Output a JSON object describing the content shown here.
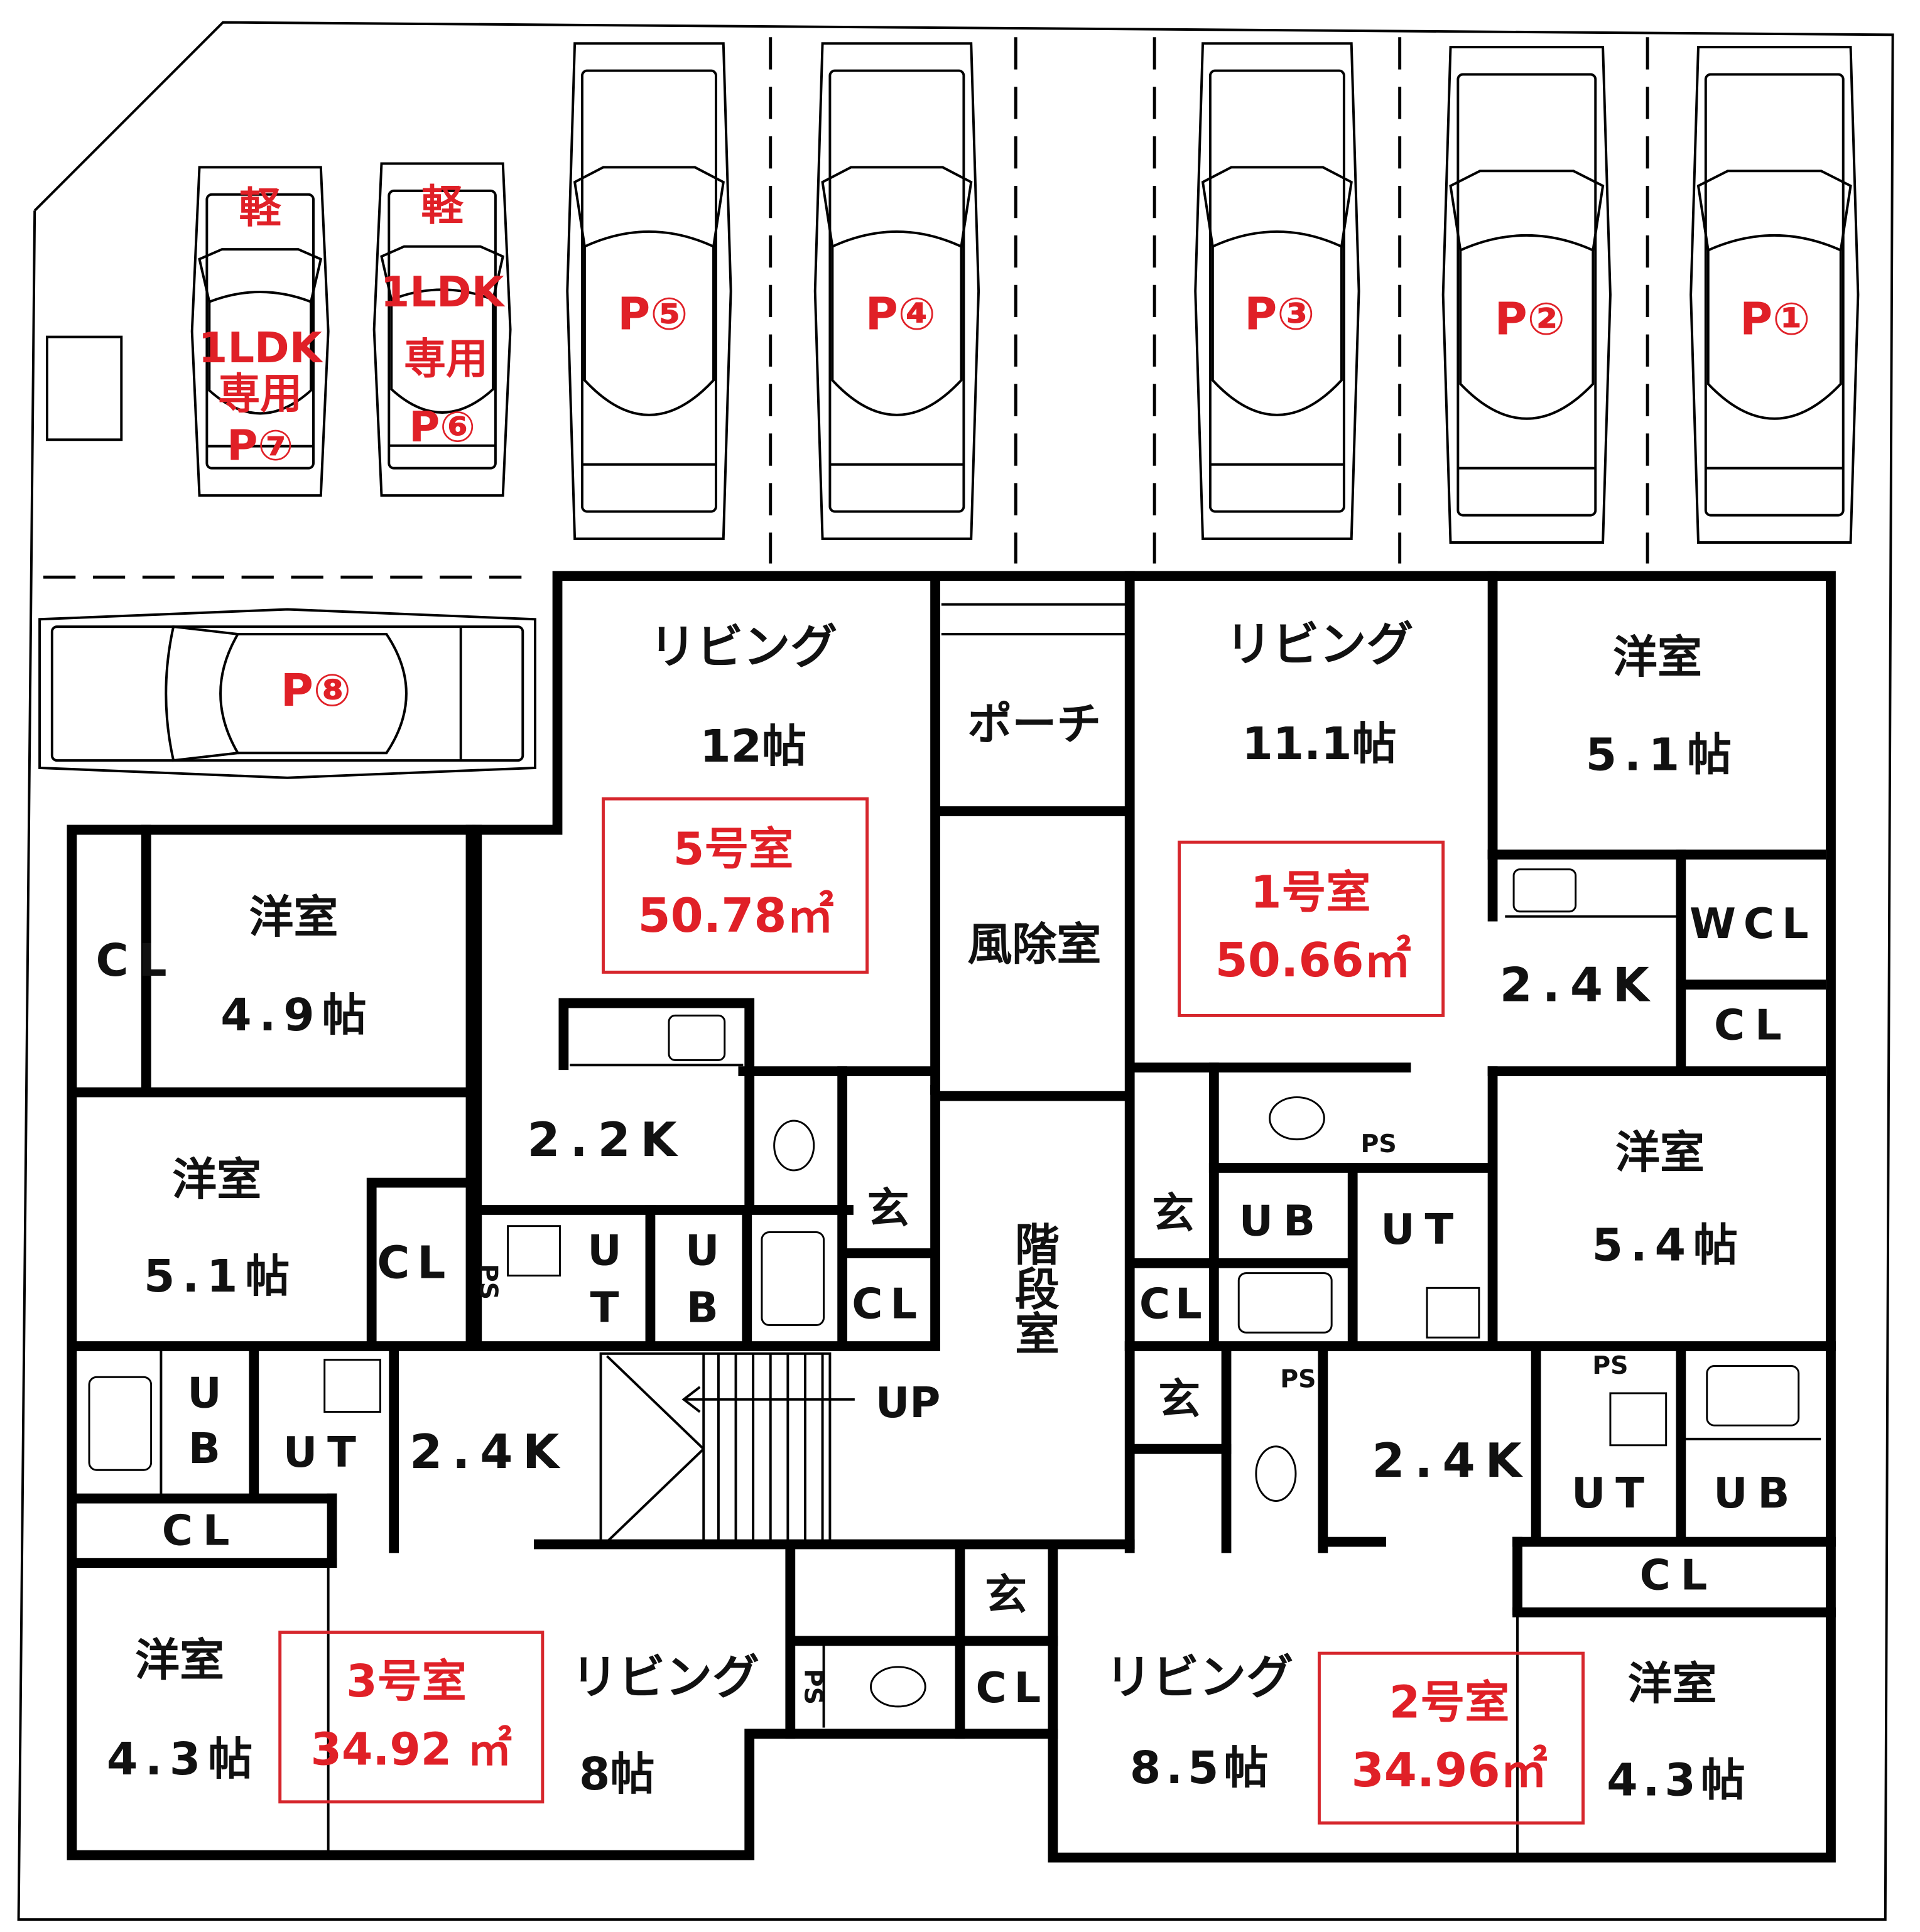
{
  "parking": {
    "p1": "P①",
    "p2": "P②",
    "p3": "P③",
    "p4": "P④",
    "p5": "P⑤",
    "p6": "P⑥",
    "p7": "P⑦",
    "p8": "P⑧",
    "kei": "軽",
    "ldk": "1LDK",
    "dedicated": "専用"
  },
  "units": {
    "u5": {
      "name": "5号室",
      "area": "50.78㎡"
    },
    "u1": {
      "name": "1号室",
      "area": "50.66㎡"
    },
    "u3": {
      "name": "3号室",
      "area": "34.92 ㎡"
    },
    "u2": {
      "name": "2号室",
      "area": "34.96㎡"
    }
  },
  "rooms": {
    "living5": "リビング",
    "living5_size": "12帖",
    "living1": "リビング",
    "living1_size": "11.1帖",
    "yoshitsu1a": "洋室",
    "yoshitsu1a_size": "5.1帖",
    "kitchen1": "2.4K",
    "wcl1": "WCL",
    "cl1a": "CL",
    "yoshitsu1b": "洋室",
    "yoshitsu1b_size": "5.4帖",
    "genkan1": "玄",
    "cl1b": "CL",
    "ub1": "UB",
    "ut1": "UT",
    "ps1": "PS",
    "porch": "ポーチ",
    "windbreak": "風除室",
    "stairs": "階段室",
    "up": "UP",
    "yoshitsu3a": "洋室",
    "yoshitsu3a_size": "4.9帖",
    "cl3a": "CL",
    "yoshitsu3b": "洋室",
    "yoshitsu3b_size": "5.1帖",
    "cl3b": "CL",
    "kitchen5": "2.2K",
    "ps5": "PS",
    "ut5a": "U",
    "ut5b": "T",
    "ub5a": "U",
    "ub5b": "B",
    "genkan5": "玄",
    "cl5": "CL",
    "ub3a": "U",
    "ub3b": "B",
    "ut3": "UT",
    "kitchen3": "2.4K",
    "cl3c": "CL",
    "yoshitsu3c": "洋室",
    "yoshitsu3c_size": "4.3帖",
    "living3": "リビング",
    "living3_size": "8帖",
    "genkan3": "玄",
    "ps3": "PS",
    "cl3d": "CL",
    "living2": "リビング",
    "living2_size": "8.5帖",
    "genkan2": "玄",
    "ps2a": "PS",
    "kitchen2": "2.4K",
    "ps2b": "PS",
    "ut2": "UT",
    "ub2": "UB",
    "cl2": "CL",
    "yoshitsu2": "洋室",
    "yoshitsu2_size": "4.3帖"
  }
}
